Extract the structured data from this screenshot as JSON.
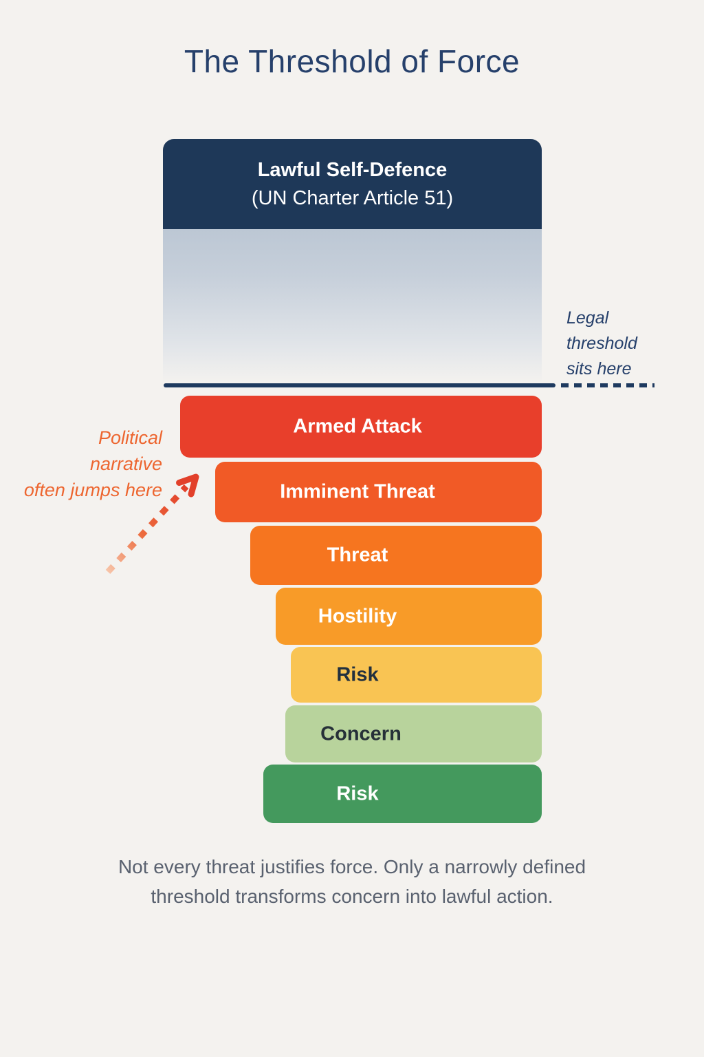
{
  "title": "The Threshold of Force",
  "legal_box": {
    "line1": "Lawful Self-Defence",
    "line2": "(UN Charter Article 51)"
  },
  "threshold_note": "Legal\nthreshold\nsits here",
  "political_note": "Political\nnarrative\noften jumps here",
  "bars": [
    {
      "label": "Armed Attack",
      "color": "#e83f2b",
      "text_color": "#ffffff"
    },
    {
      "label": "Imminent Threat",
      "color": "#f15a26",
      "text_color": "#ffffff"
    },
    {
      "label": "Threat",
      "color": "#f6751f",
      "text_color": "#ffffff"
    },
    {
      "label": "Hostility",
      "color": "#f89b28",
      "text_color": "#ffffff"
    },
    {
      "label": "Risk",
      "color": "#f9c453",
      "text_color": "#22303e"
    },
    {
      "label": "Concern",
      "color": "#b8d39c",
      "text_color": "#263038"
    },
    {
      "label": "Risk",
      "color": "#44995d",
      "text_color": "#ffffff"
    }
  ],
  "caption": "Not every threat justifies force. Only a narrowly defined\nthreshold transforms concern into lawful action.",
  "colors": {
    "background": "#f4f2ef",
    "navy_box": "#1e3858",
    "title_navy": "#26406b",
    "threshold_line": "#1e3a5f",
    "annotation_orange": "#ed6630",
    "arrow_red": "#e2402a",
    "arrow_light": "#f7c4a8",
    "gradient_top": "#bcc7d4",
    "caption_gray": "#59616f"
  }
}
